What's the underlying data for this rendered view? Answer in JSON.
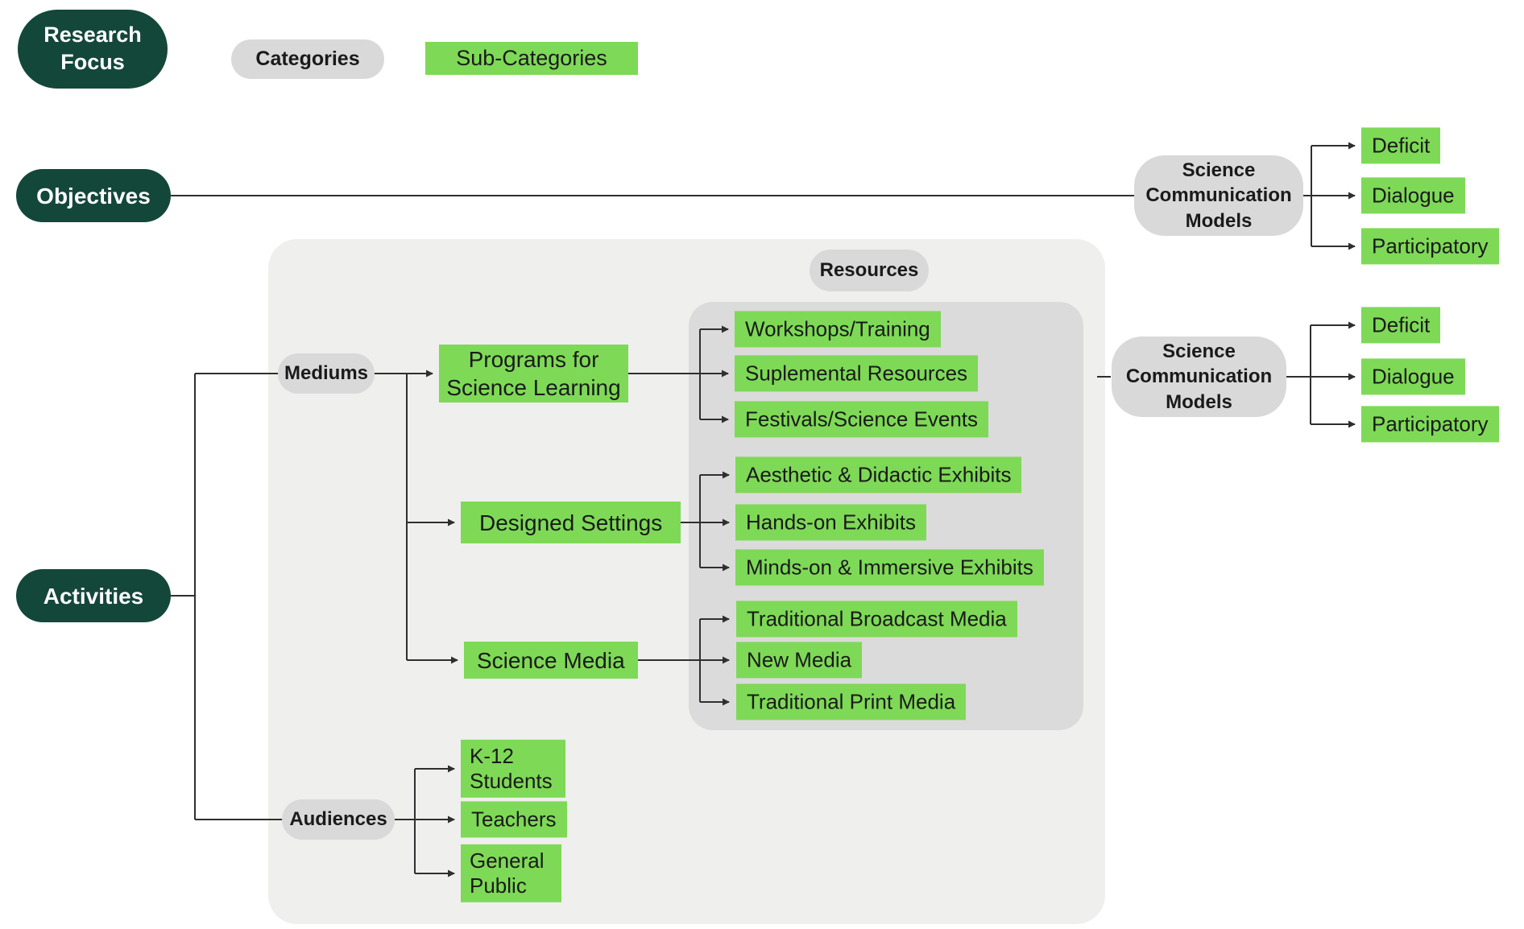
{
  "colors": {
    "research-green": "#13473A",
    "category-gray": "#D9D9D9",
    "sub-green": "#7ED957",
    "panel-light": "#EFEFED",
    "panel-mid": "#DBDBDB",
    "line": "#2F2F2F",
    "text-dark": "#1A1A1A",
    "text-light": "#FFFFFF"
  },
  "legend": {
    "research_focus": "Research Focus",
    "categories": "Categories",
    "sub_categories": "Sub-Categories"
  },
  "objectives": {
    "label": "Objectives",
    "models": {
      "label": "Science Communication Models",
      "items": [
        "Deficit",
        "Dialogue",
        "Participatory"
      ]
    }
  },
  "activities": {
    "label": "Activities",
    "resources_label": "Resources",
    "mediums": {
      "label": "Mediums",
      "children": [
        {
          "label": "Programs for Science Learning",
          "subs": [
            "Workshops/Training",
            "Suplemental Resources",
            "Festivals/Science Events"
          ]
        },
        {
          "label": "Designed Settings",
          "subs": [
            "Aesthetic & Didactic Exhibits",
            "Hands-on Exhibits",
            "Minds-on & Immersive Exhibits"
          ]
        },
        {
          "label": "Science Media",
          "subs": [
            "Traditional Broadcast Media",
            "New Media",
            "Traditional Print Media"
          ]
        }
      ]
    },
    "audiences": {
      "label": "Audiences",
      "items": [
        "K-12 Students",
        "Teachers",
        "General Public"
      ]
    },
    "models": {
      "label": "Science Communication Models",
      "items": [
        "Deficit",
        "Dialogue",
        "Participatory"
      ]
    }
  }
}
